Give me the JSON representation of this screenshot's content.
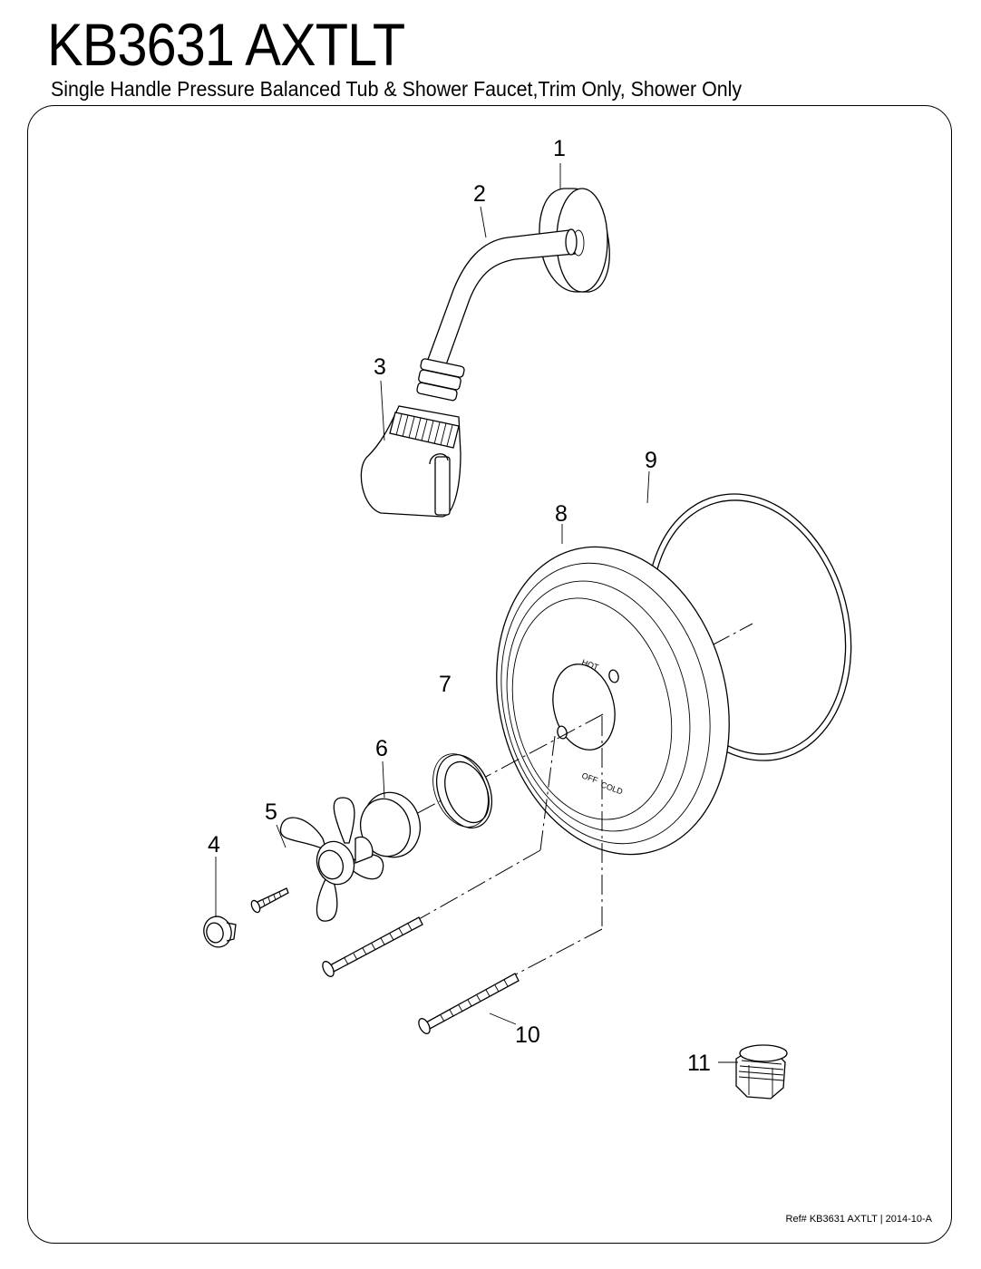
{
  "header": {
    "model_number": "KB3631 AXTLT",
    "description": "Single Handle Pressure Balanced Tub & Shower Faucet,Trim Only, Shower Only"
  },
  "parts": [
    {
      "number": "1",
      "icon": "flange-icon"
    },
    {
      "number": "2",
      "icon": "shower-arm-icon"
    },
    {
      "number": "3",
      "icon": "shower-head-icon"
    },
    {
      "number": "4",
      "icon": "index-button-icon"
    },
    {
      "number": "5",
      "icon": "cross-handle-icon"
    },
    {
      "number": "6",
      "icon": "handle-adapter-icon"
    },
    {
      "number": "7",
      "icon": "sleeve-ring-icon"
    },
    {
      "number": "8",
      "icon": "escutcheon-plate-icon"
    },
    {
      "number": "9",
      "icon": "gasket-icon"
    },
    {
      "number": "10",
      "icon": "long-screw-icon"
    },
    {
      "number": "11",
      "icon": "plug-icon"
    }
  ],
  "plate_markings": {
    "hot": "HOT",
    "off": "OFF",
    "cold": "COLD"
  },
  "footer": {
    "reference": "Ref# KB3631 AXTLT | 2014-10-A"
  }
}
